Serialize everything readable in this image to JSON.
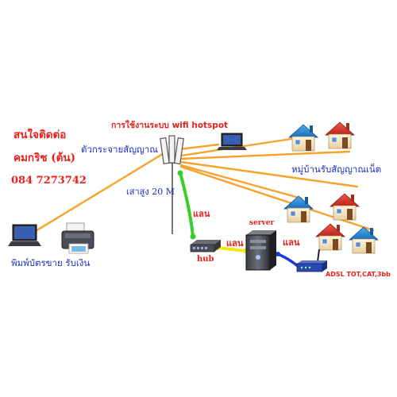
{
  "title": "การใช้งานระบบ wifi hotspot",
  "contact": {
    "line1": "สนใจติดต่อ",
    "line2": "คมกริช (ต้น)",
    "phone": "084 7273742"
  },
  "labels": {
    "antenna": "ตัวกระจายสัญญาณ",
    "pole": "เสาสูง 20 M",
    "village": "หมู่บ้านรับสัญญาณเน็ต",
    "printer": "พิมพ์บัตรขาย รับเงิน",
    "lan1": "แลน",
    "lan2": "แลน",
    "lan3": "แลน",
    "hub": "hub",
    "server": "server",
    "adsl": "ADSL TOT,CAT,3bb"
  },
  "icons": [
    "antenna-icon",
    "laptop-icon",
    "printer-icon",
    "house-icon",
    "hub-icon",
    "server-icon",
    "router-icon"
  ],
  "colors": {
    "wireless_link": "#f7a22a",
    "lan_green": "#35d02a",
    "lan_yellow": "#f0e81a",
    "lan_blue": "#1a3ad8",
    "text_red": "#e8201a",
    "text_blue": "#1a2fbf"
  }
}
